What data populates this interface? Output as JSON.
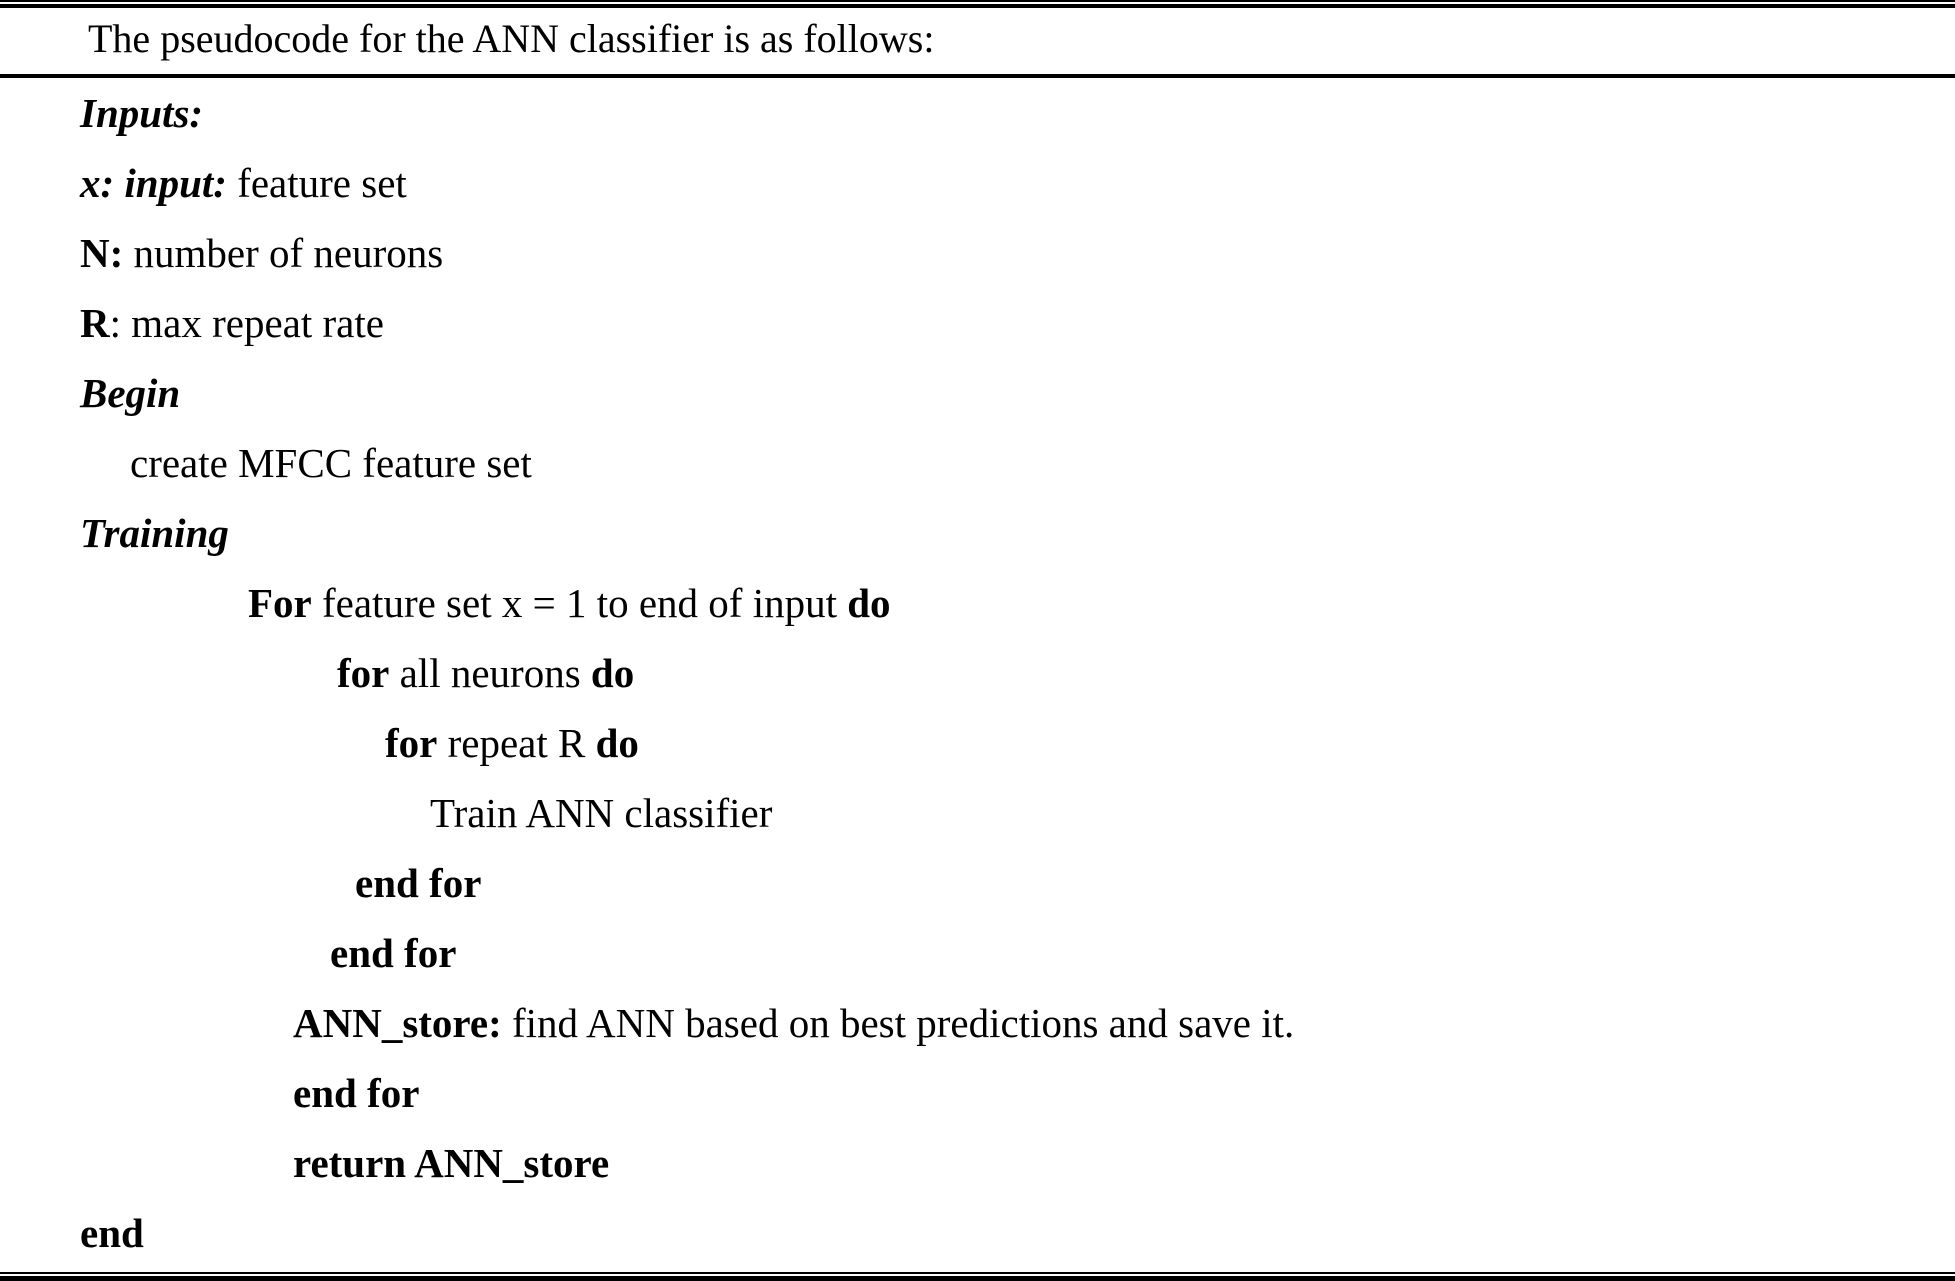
{
  "figure": {
    "type": "algorithm-pseudocode-box",
    "caption": "The pseudocode for the ANN classifier is as follows:",
    "rules": {
      "top": "double",
      "middle": "single-thick",
      "bottom": "double"
    },
    "colors": {
      "text": "#000000",
      "background": "#ffffff",
      "rule": "#000000"
    }
  },
  "lines": [
    {
      "id": "inputs-header",
      "indent": 0,
      "segments": [
        {
          "text": "Inputs:",
          "style": "bold-italic"
        }
      ]
    },
    {
      "id": "input-x",
      "indent": 0,
      "segments": [
        {
          "text": "x: input:",
          "style": "bold-italic"
        },
        {
          "text": " feature set",
          "style": "regular"
        }
      ]
    },
    {
      "id": "input-n",
      "indent": 0,
      "segments": [
        {
          "text": "N:",
          "style": "bold"
        },
        {
          "text": " number of neurons",
          "style": "regular"
        }
      ]
    },
    {
      "id": "input-r",
      "indent": 0,
      "segments": [
        {
          "text": "R",
          "style": "bold"
        },
        {
          "text": ": max repeat rate",
          "style": "regular"
        }
      ]
    },
    {
      "id": "begin",
      "indent": 0,
      "segments": [
        {
          "text": "Begin",
          "style": "bold-italic"
        }
      ]
    },
    {
      "id": "create-mfcc",
      "indent": 1,
      "segments": [
        {
          "text": "create MFCC feature set",
          "style": "regular"
        }
      ]
    },
    {
      "id": "training",
      "indent": 2,
      "segments": [
        {
          "text": "Training",
          "style": "bold-italic"
        }
      ]
    },
    {
      "id": "for-outer",
      "indent": 3,
      "segments": [
        {
          "text": "For",
          "style": "bold"
        },
        {
          "text": " feature set x = 1 to end of input ",
          "style": "regular"
        },
        {
          "text": "do",
          "style": "bold"
        }
      ]
    },
    {
      "id": "for-neurons",
      "indent": 4,
      "segments": [
        {
          "text": "for",
          "style": "bold"
        },
        {
          "text": " all neurons ",
          "style": "regular"
        },
        {
          "text": "do",
          "style": "bold"
        }
      ]
    },
    {
      "id": "for-repeat",
      "indent": 5,
      "segments": [
        {
          "text": "for",
          "style": "bold"
        },
        {
          "text": " repeat R ",
          "style": "regular"
        },
        {
          "text": "do",
          "style": "bold"
        }
      ]
    },
    {
      "id": "train-ann",
      "indent": 6,
      "segments": [
        {
          "text": "Train ANN classifier",
          "style": "regular"
        }
      ]
    },
    {
      "id": "end-for-inner",
      "indent": 7,
      "segments": [
        {
          "text": "end for",
          "style": "bold"
        }
      ]
    },
    {
      "id": "end-for-mid",
      "indent": 8,
      "segments": [
        {
          "text": "end for",
          "style": "bold"
        }
      ]
    },
    {
      "id": "ann-store",
      "indent": 9,
      "segments": [
        {
          "text": "ANN_store:",
          "style": "bold"
        },
        {
          "text": " find ANN based on best predictions and save it.",
          "style": "regular"
        }
      ]
    },
    {
      "id": "end-for-outer",
      "indent": 9,
      "segments": [
        {
          "text": "end for",
          "style": "bold"
        }
      ]
    },
    {
      "id": "return",
      "indent": 9,
      "segments": [
        {
          "text": "return ANN_store",
          "style": "bold"
        }
      ]
    },
    {
      "id": "end",
      "indent": 0,
      "segments": [
        {
          "text": "end",
          "style": "bold"
        }
      ]
    }
  ],
  "line_text": {
    "inputs_header": "Inputs:",
    "input_x_key": "x: input:",
    "input_x_val": " feature set",
    "input_n_key": "N:",
    "input_n_val": " number of neurons",
    "input_r_key": "R",
    "input_r_val": ": max repeat rate",
    "begin": "Begin",
    "create_mfcc": "create MFCC feature set",
    "training": "Training",
    "for_outer_kw": "For",
    "for_outer_mid": " feature set x = 1 to end of input ",
    "for_outer_do": "do",
    "for_neurons_kw": "for",
    "for_neurons_mid": " all neurons ",
    "for_neurons_do": "do",
    "for_repeat_kw": "for",
    "for_repeat_mid": " repeat R ",
    "for_repeat_do": "do",
    "train_ann": "Train ANN classifier",
    "end_for_inner": "end for",
    "end_for_mid": "end for",
    "ann_store_key": "ANN_store:",
    "ann_store_val": " find ANN based on best predictions and save it.",
    "end_for_outer": "end for",
    "return_stmt": "return ANN_store",
    "end": "end"
  }
}
